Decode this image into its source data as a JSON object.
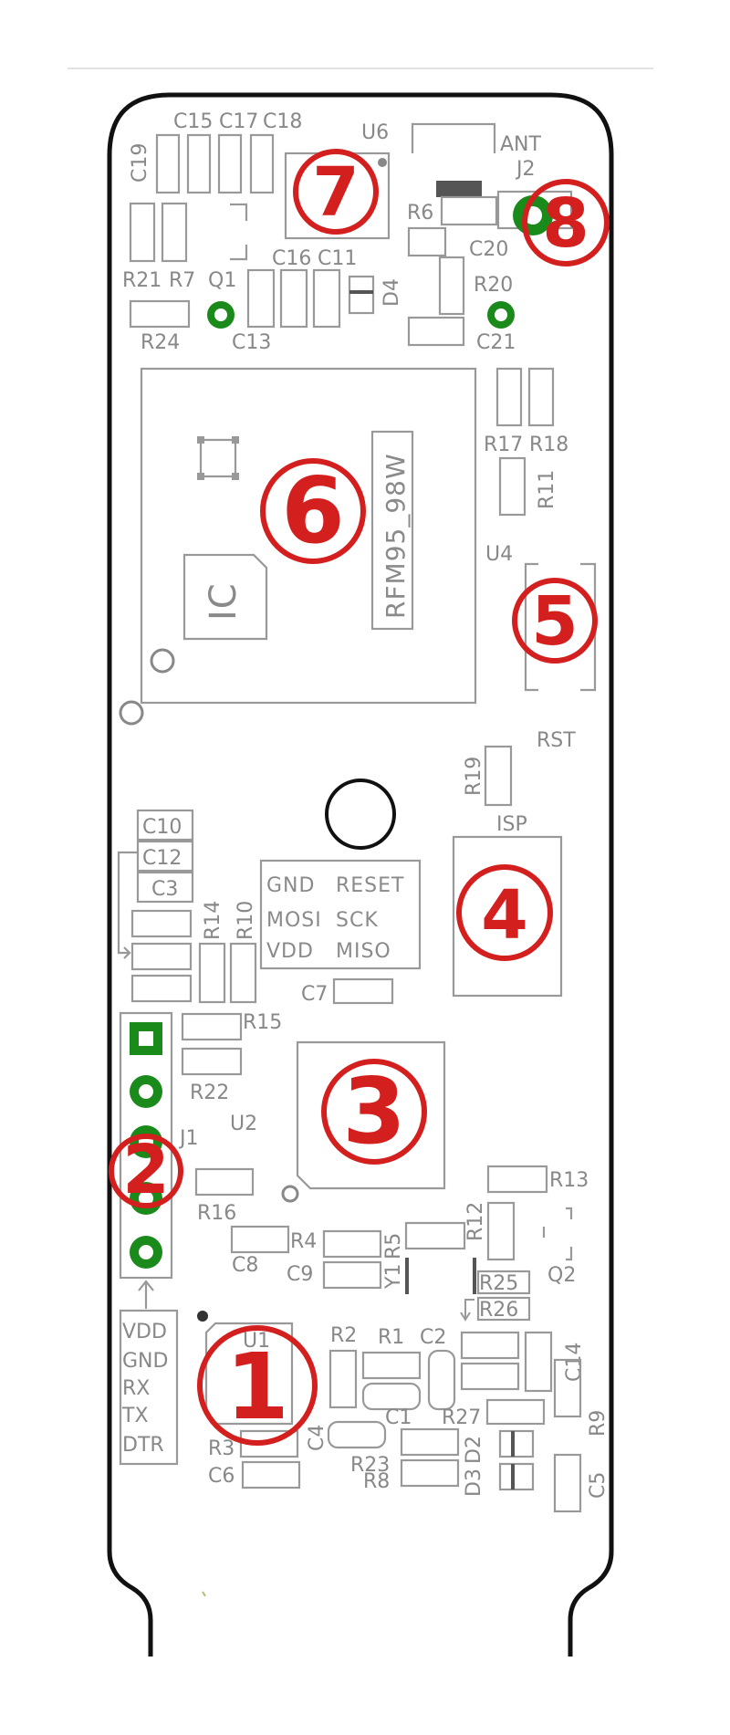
{
  "diagram": {
    "board_name": "RFM95_98W",
    "colors": {
      "callout": "#d41f1f",
      "outline": "#111111",
      "silkscreen": "#999999",
      "via": "#1a8a1a"
    },
    "labels": {
      "c15": "C15",
      "c17": "C17",
      "c18": "C18",
      "u6": "U6",
      "ant": "ANT",
      "j2": "J2",
      "c19": "C19",
      "r6": "R6",
      "c20": "C20",
      "r21": "R21",
      "r7": "R7",
      "q1": "Q1",
      "c16": "C16",
      "c11": "C11",
      "d4": "D4",
      "r20": "R20",
      "r24": "R24",
      "c13": "C13",
      "c21": "C21",
      "r17": "R17",
      "r18": "R18",
      "r11": "R11",
      "u4": "U4",
      "ic": "IC",
      "rst": "RST",
      "r19": "R19",
      "isp": "ISP",
      "c10": "C10",
      "c12": "C12",
      "c3": "C3",
      "r14": "R14",
      "r10": "R10",
      "c7": "C7",
      "r15": "R15",
      "r22": "R22",
      "u2": "U2",
      "j1": "J1",
      "r16": "R16",
      "r13": "R13",
      "r4": "R4",
      "r5": "R5",
      "r12": "R12",
      "c8": "C8",
      "c9": "C9",
      "y1": "Y1",
      "r25": "R25",
      "r26": "R26",
      "q2": "Q2",
      "u1": "U1",
      "r2": "R2",
      "r1": "R1",
      "c2": "C2",
      "c14": "C14",
      "c1": "C1",
      "r27": "R27",
      "r9": "R9",
      "r3": "R3",
      "c4": "C4",
      "r23": "R23",
      "d2": "D2",
      "c6": "C6",
      "r8": "R8",
      "d3": "D3",
      "c5": "C5"
    },
    "isp_pins": [
      "GND",
      "RESET",
      "MOSI",
      "SCK",
      "VDD",
      "MISO"
    ],
    "header_pins": [
      "VDD",
      "GND",
      "RX",
      "TX",
      "DTR"
    ],
    "callouts": [
      "1",
      "2",
      "3",
      "4",
      "5",
      "6",
      "7",
      "8"
    ]
  }
}
